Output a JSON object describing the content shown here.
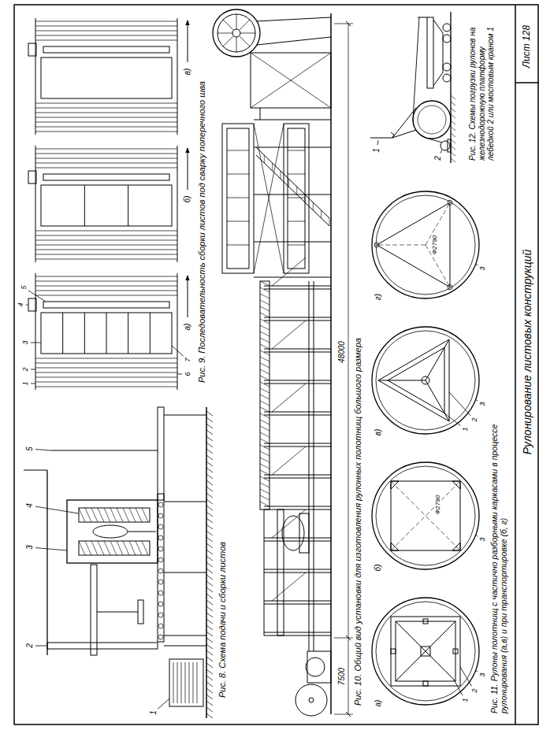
{
  "diagram": {
    "title": "Рулонирование листовых конструкций",
    "labels": [
      "Рис. 8. Схема подачи и сборки листов",
      "1",
      "2",
      "3",
      "4",
      "5",
      "Рис. 9. Последовательность сборки листов под сварку поперечного шва",
      "1",
      "2",
      "3",
      "4",
      "5",
      "6",
      "7",
      "а)",
      "б)",
      "в)",
      "Рис. 10. Общий вид установки для изготовления рулонных полотнищ большого размера",
      "48000",
      "7500",
      "Рис. 11. Рулоны полотнищ с частично разборными каркасами в процессе рулонирования (а,в) и при транспортировке (б, г)",
      "а)",
      "б)",
      "в)",
      "г)",
      "1",
      "2",
      "3",
      "Ф2790",
      "3",
      "1",
      "2",
      "3",
      "Ф2790",
      "3",
      "Рис. 12. Схемы погрузки рулонов на железнодорожную платформу лебедкой 2 или мостовым краном 1",
      "1",
      "2",
      "Лист 128"
    ]
  }
}
